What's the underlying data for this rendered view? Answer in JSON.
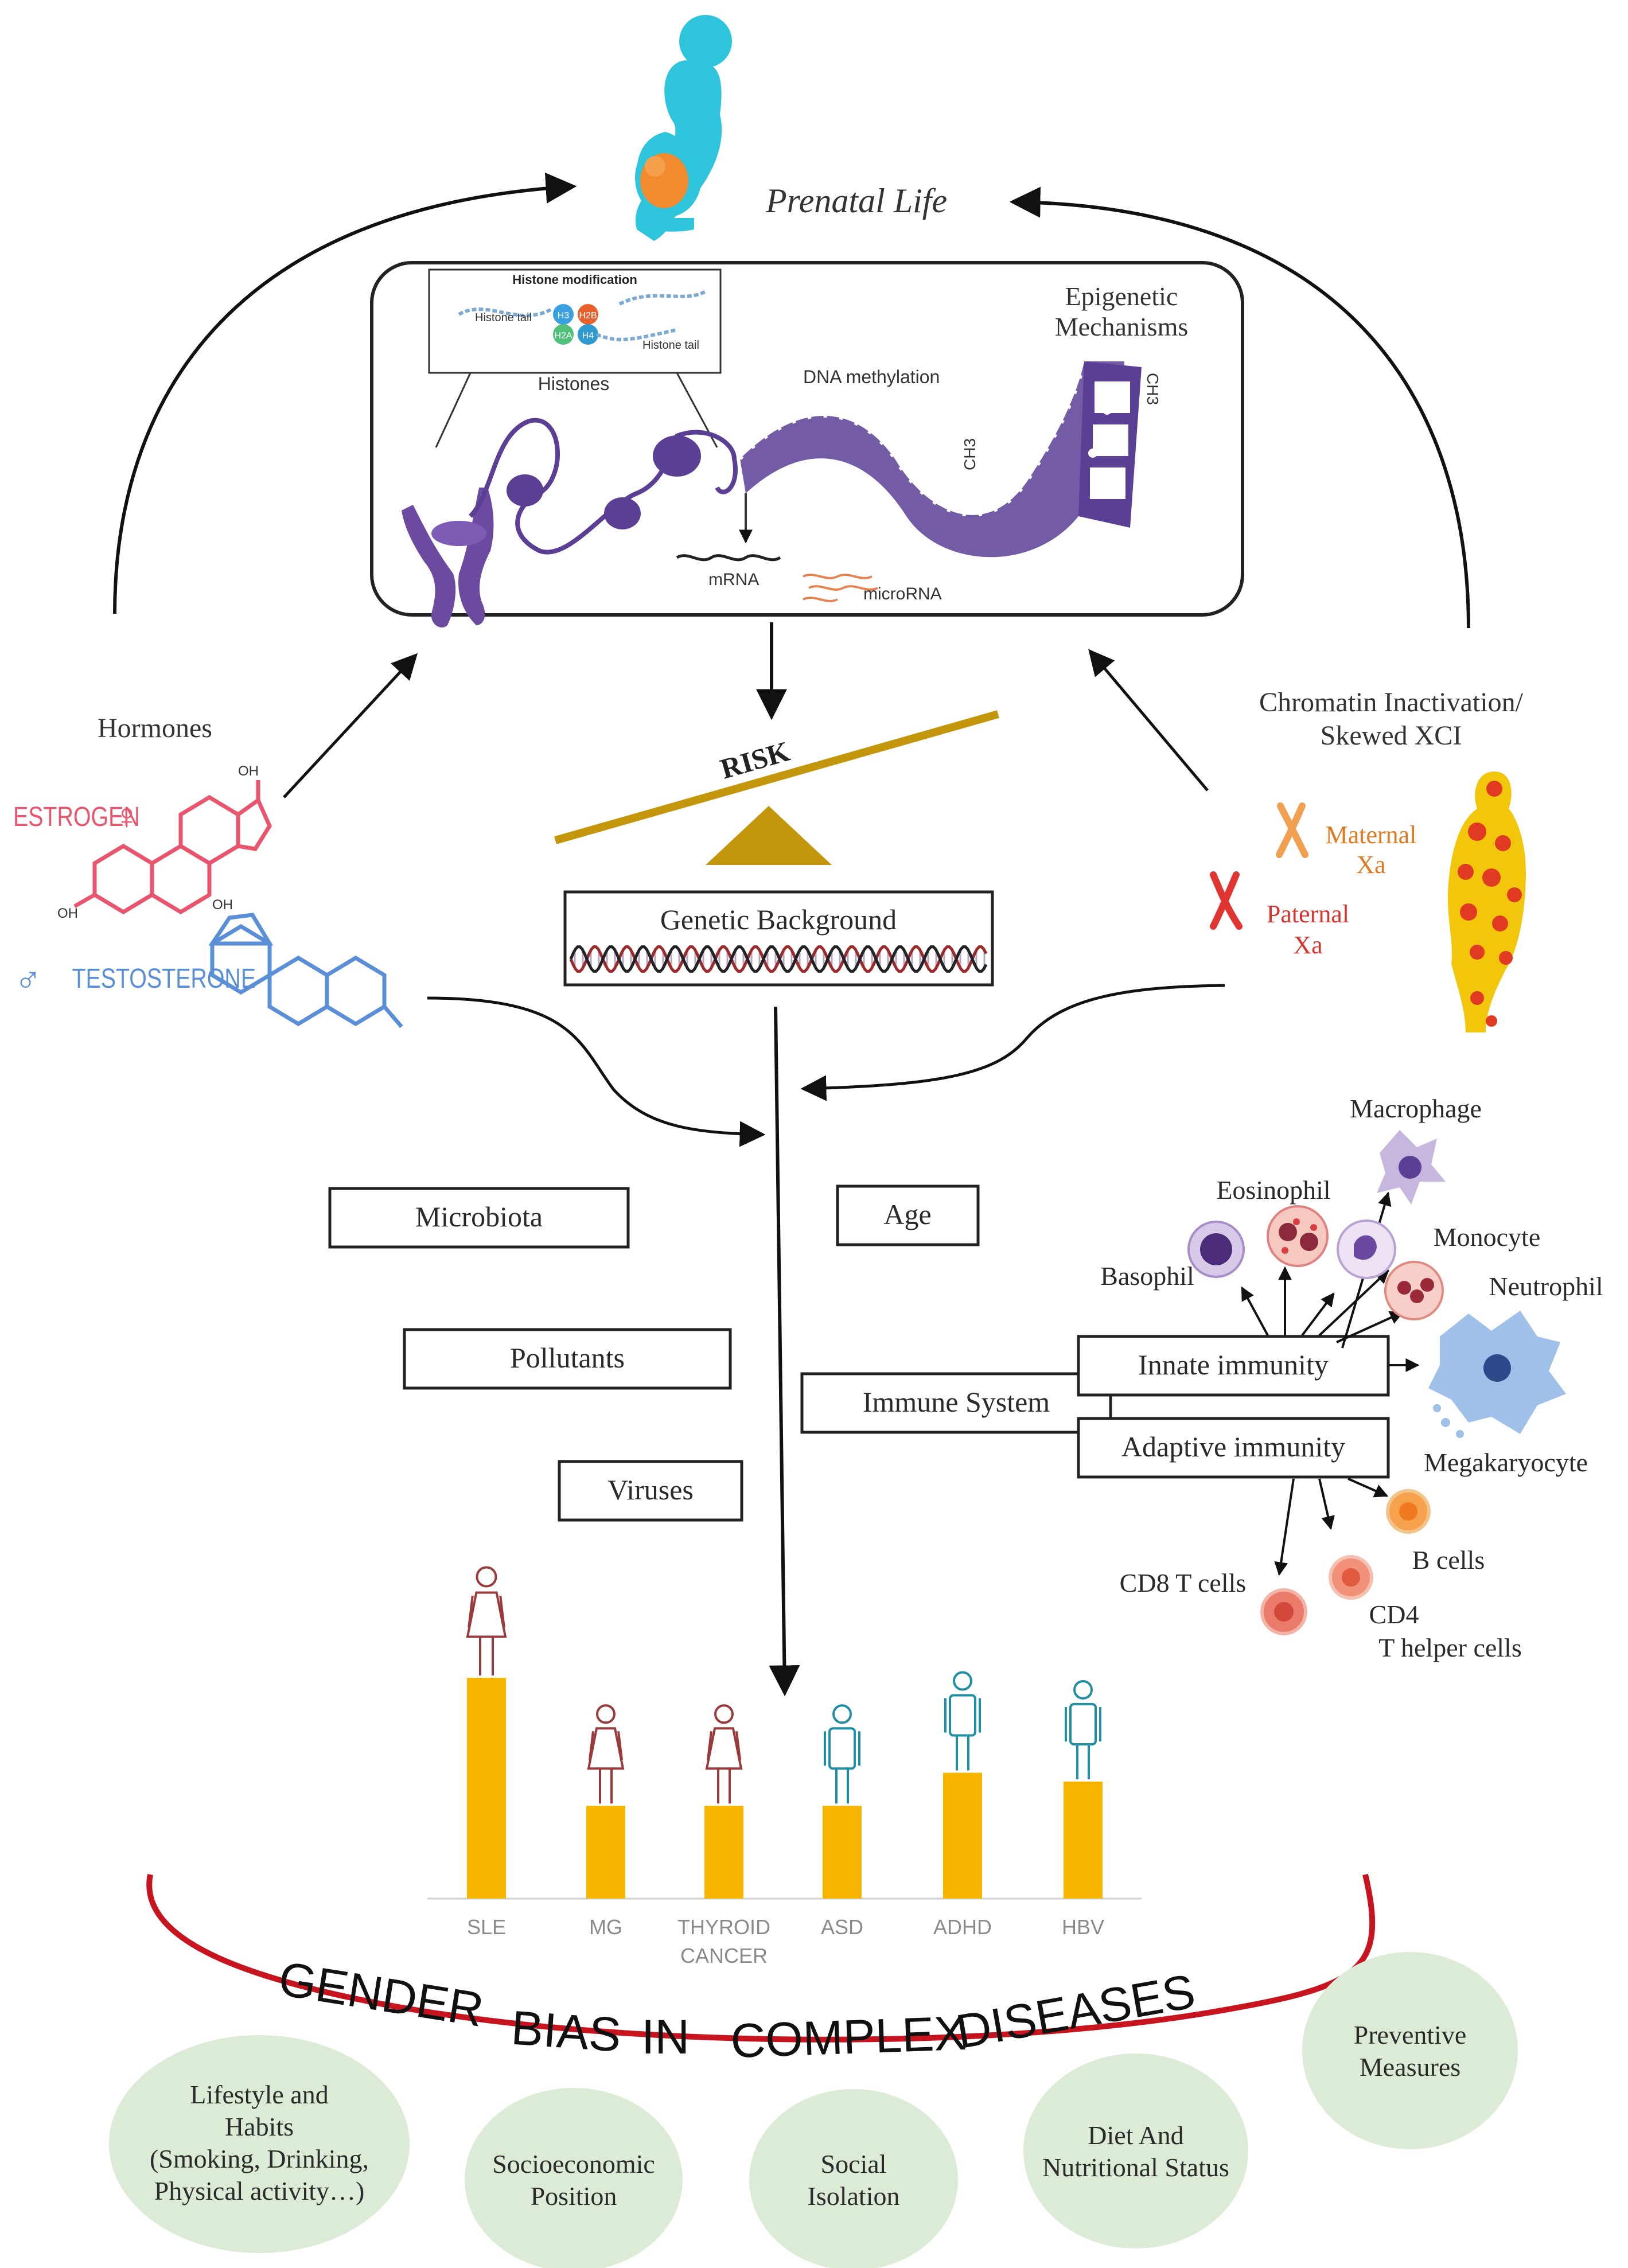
{
  "prenatal": {
    "label": "Prenatal Life"
  },
  "epigenetic": {
    "title_line1": "Epigenetic",
    "title_line2": "Mechanisms",
    "histone_mod_title": "Histone modification",
    "histone_tail_a": "Histone tail",
    "histone_tail_b": "Histone tail",
    "h3": "H3",
    "h2b": "H2B",
    "h2a": "H2A",
    "h4": "H4",
    "histones": "Histones",
    "dna_methylation": "DNA methylation",
    "ch3_a": "CH3",
    "ch3_b": "CH3",
    "mrna": "mRNA",
    "microrna": "microRNA"
  },
  "risk": {
    "label": "RISK"
  },
  "genetic": {
    "label": "Genetic Background"
  },
  "hormones": {
    "title": "Hormones",
    "estrogen": "ESTROGEN",
    "testosterone": "TESTOSTERONE",
    "female_symbol": "♀",
    "male_symbol": "♂"
  },
  "chromatin": {
    "title_line1": "Chromatin Inactivation/",
    "title_line2": "Skewed XCI",
    "maternal_line1": "Maternal",
    "maternal_line2": "Xa",
    "paternal_line1": "Paternal",
    "paternal_line2": "Xa"
  },
  "factors": {
    "microbiota": "Microbiota",
    "pollutants": "Pollutants",
    "viruses": "Viruses",
    "age": "Age",
    "immune_system": "Immune System",
    "innate": "Innate immunity",
    "adaptive": "Adaptive immunity"
  },
  "cells": {
    "macrophage": "Macrophage",
    "eosinophil": "Eosinophil",
    "monocyte": "Monocyte",
    "basophil": "Basophil",
    "neutrophil": "Neutrophil",
    "megakaryocyte": "Megakaryocyte",
    "b_cells": "B cells",
    "cd8": "CD8 T cells",
    "cd4_line1": "CD4",
    "cd4_line2": "T helper cells"
  },
  "chart_data": {
    "type": "bar",
    "categories": [
      "SLE",
      "MG",
      "THYROID CANCER",
      "ASD",
      "ADHD",
      "HBV"
    ],
    "category_lines": [
      [
        "SLE"
      ],
      [
        "MG"
      ],
      [
        "THYROID",
        "CANCER"
      ],
      [
        "ASD"
      ],
      [
        "ADHD"
      ],
      [
        "HBV"
      ]
    ],
    "values": [
      100,
      42,
      42,
      42,
      57,
      53
    ],
    "figure_sex": [
      "female",
      "female",
      "female",
      "male",
      "male",
      "male"
    ],
    "bar_color": "#f7b500",
    "female_color": "#9b3a3a",
    "male_color": "#1f8fa6",
    "ylim": [
      0,
      100
    ]
  },
  "banner": {
    "words": [
      "GENDER",
      "BIAS",
      "IN",
      "COMPLEX",
      "DISEASES"
    ],
    "arc_color": "#c8141e"
  },
  "bubbles": {
    "lifestyle": [
      "Lifestyle and",
      "Habits",
      "(Smoking, Drinking,",
      "Physical activity…)"
    ],
    "socioeconomic": [
      "Socioeconomic",
      "Position"
    ],
    "social": [
      "Social",
      "Isolation"
    ],
    "diet": [
      "Diet And",
      "Nutritional Status"
    ],
    "preventive": [
      "Preventive",
      "Measures"
    ],
    "fill": "#dcebd6"
  },
  "colors": {
    "purple": "#5b3f95",
    "gold": "#c4960c",
    "estrogen": "#e8556c",
    "testosterone": "#5a8fd8",
    "pregnant": "#2ec4dc",
    "fetus": "#f28a2e"
  }
}
